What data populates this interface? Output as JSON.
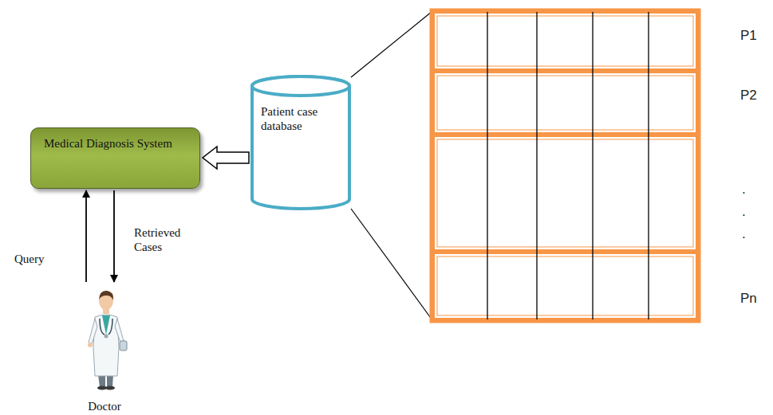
{
  "diagram": {
    "nodes": [
      {
        "text": [
          "Medical Diagnosis System"
        ]
      },
      {
        "text": [
          "Patient case database"
        ]
      },
      {
        "text": [
          "Doctor"
        ]
      }
    ],
    "edges": [
      {
        "from": 1,
        "to": 0,
        "arrow": "to"
      },
      {
        "from": 2,
        "to": 0,
        "label": "Query",
        "arrow": "to"
      },
      {
        "from": 0,
        "to": 2,
        "label": "Retrieved Cases",
        "arrow": "to"
      }
    ],
    "labels": [
      "P1",
      "P2",
      ".",
      ".",
      ".",
      "Pn"
    ]
  }
}
